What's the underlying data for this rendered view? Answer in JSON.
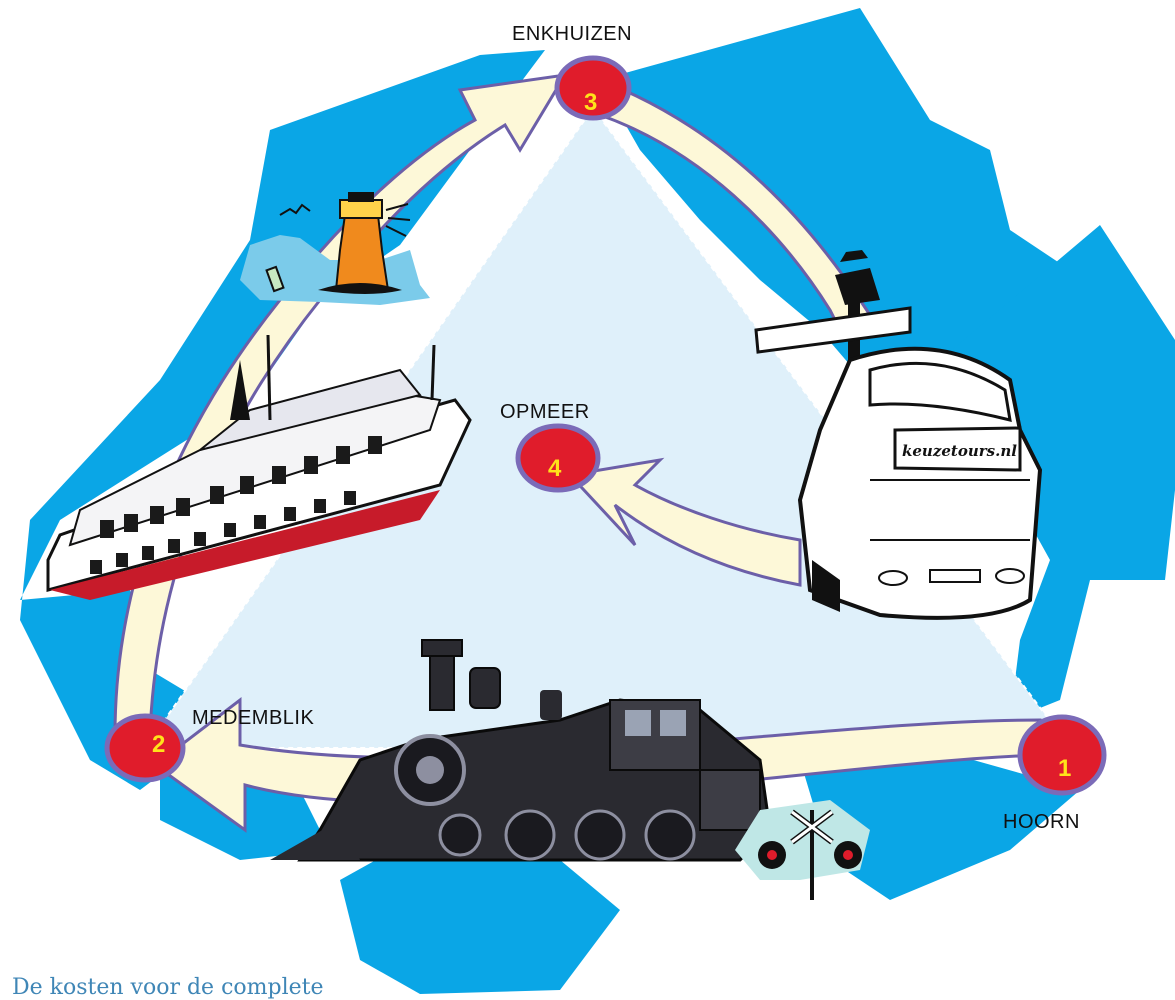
{
  "title": "",
  "colors": {
    "water": "#0aa6e6",
    "land": "#dff0fa",
    "arrow_fill": "#fdf8d8",
    "arrow_shadow": "#6c5fa8",
    "marker": "#e01c2b",
    "marker_ring": "#7b6bb8",
    "number": "#ffe21a",
    "footer": "#3f86b6"
  },
  "stops": [
    {
      "number": "1",
      "name": "HOORN"
    },
    {
      "number": "2",
      "name": "MEDEMBLIK"
    },
    {
      "number": "3",
      "name": "ENKHUIZEN"
    },
    {
      "number": "4",
      "name": "OPMEER"
    }
  ],
  "transport": [
    {
      "leg": "Hoorn - Medemblik",
      "icon": "steam-train-icon"
    },
    {
      "leg": "Medemblik - Enkhuizen",
      "icon": "ferry-boat-icon"
    },
    {
      "leg": "Medemblik - Enkhuizen",
      "icon": "lighthouse-icon"
    },
    {
      "leg": "Enkhuizen - Opmeer",
      "icon": "signpost-lamp-icon"
    },
    {
      "leg": "Enkhuizen - Opmeer",
      "icon": "bus-icon"
    }
  ],
  "bus_sign": "keuzetours.nl",
  "footer": "De kosten voor de complete"
}
